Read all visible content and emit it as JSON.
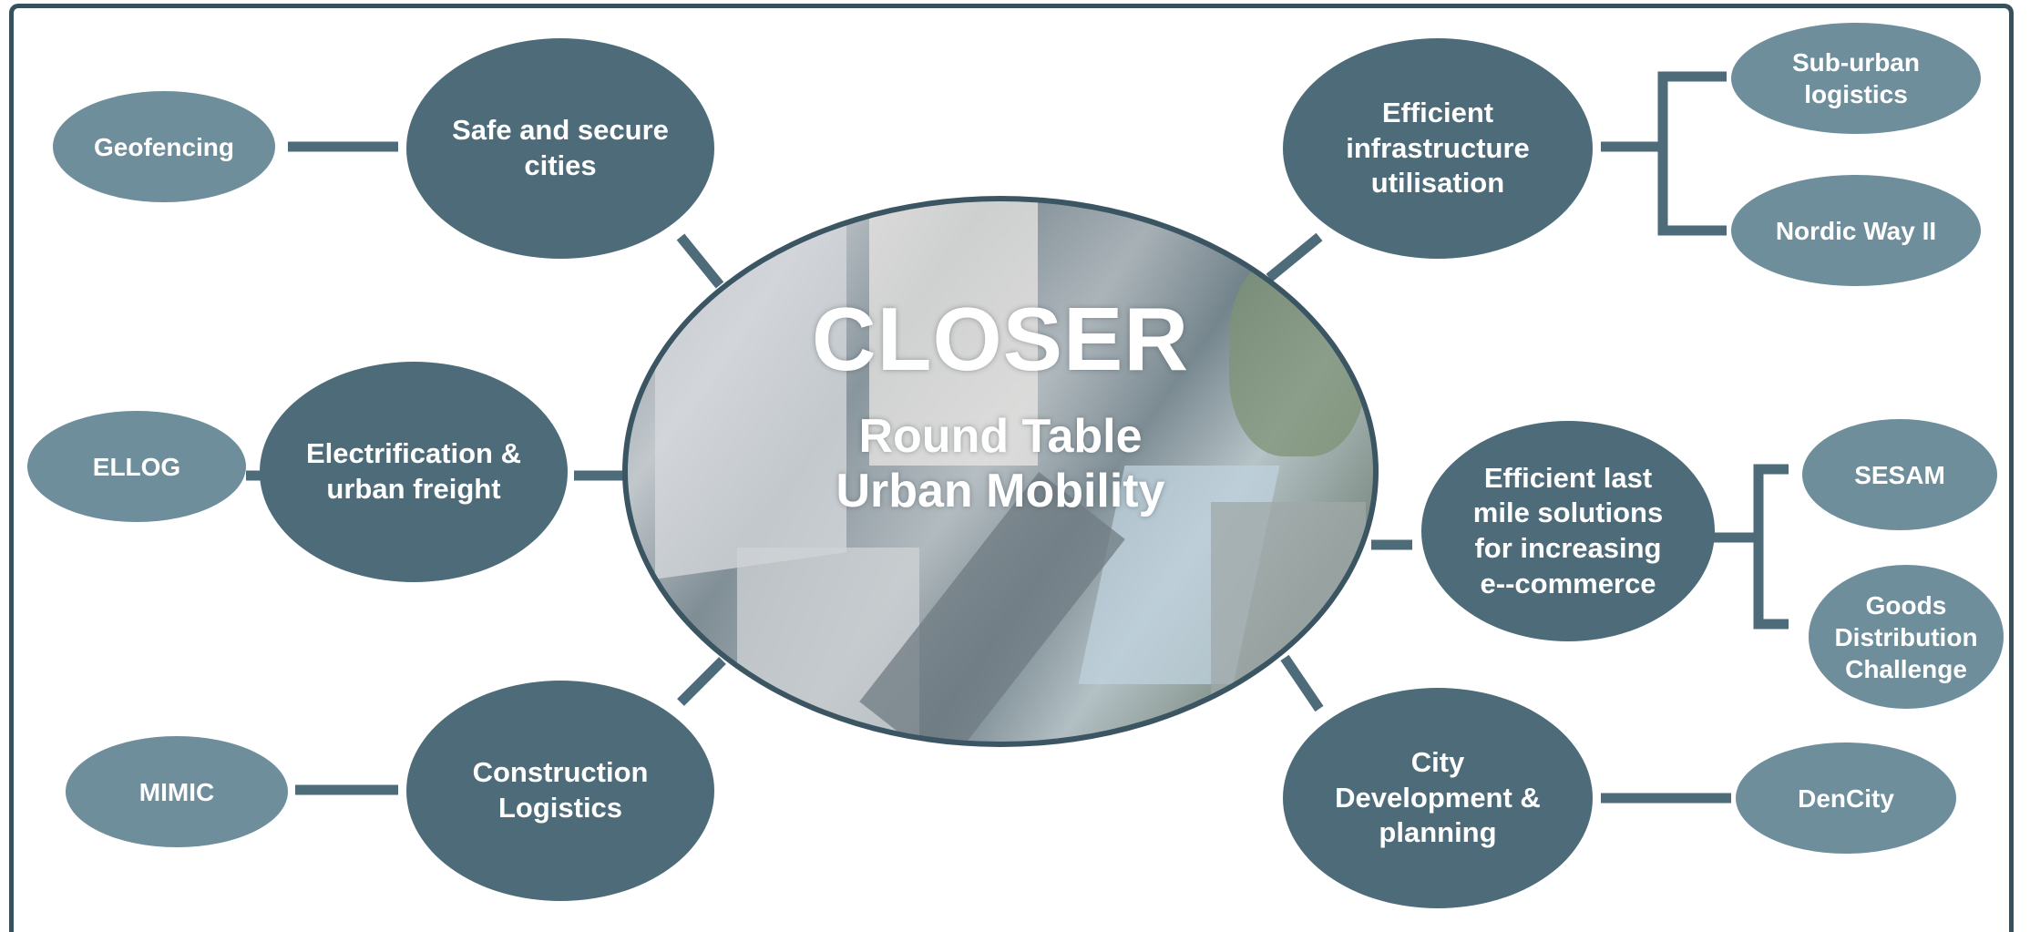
{
  "center": {
    "title": "CLOSER",
    "subtitle_line1": "Round Table",
    "subtitle_line2": "Urban Mobility"
  },
  "themes": {
    "safe": "Safe and secure\ncities",
    "electrification": "Electrification &\nurban freight",
    "construction": "Construction\nLogistics",
    "infrastructure": "Efficient\ninfrastructure\nutilisation",
    "lastmile": "Efficient last\nmile solutions\nfor increasing\ne--commerce",
    "city": "City\nDevelopment &\nplanning"
  },
  "projects": {
    "geofencing": "Geofencing",
    "ellog": "ELLOG",
    "mimic": "MIMIC",
    "suburban": "Sub-urban\nlogistics",
    "nordicway": "Nordic Way II",
    "sesam": "SESAM",
    "goods": "Goods\nDistribution\nChallenge",
    "dencity": "DenCity"
  },
  "colors": {
    "theme_fill": "#4d6b79",
    "project_fill": "#6f8e9c",
    "connector": "#4d6b79",
    "frame": "#36505c"
  }
}
